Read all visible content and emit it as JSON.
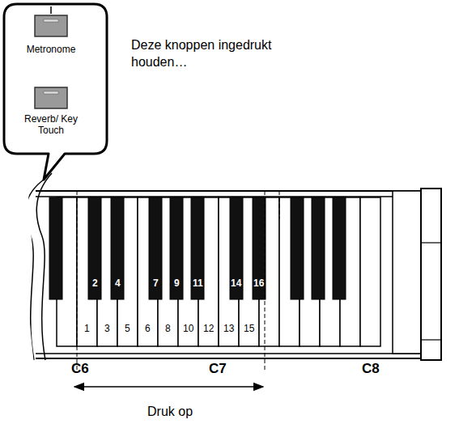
{
  "diagram": {
    "nodes": [
      {
        "text": [
          "Metronome",
          "Reverb/ Key Touch"
        ]
      }
    ],
    "labels": [
      "Deze knoppen ingedrukt houden…",
      "1",
      "2",
      "3",
      "4",
      "5",
      "6",
      "7",
      "8",
      "9",
      "10",
      "11",
      "12",
      "13",
      "14",
      "15",
      "16",
      "C6",
      "C7",
      "C8",
      "Druk op"
    ]
  }
}
